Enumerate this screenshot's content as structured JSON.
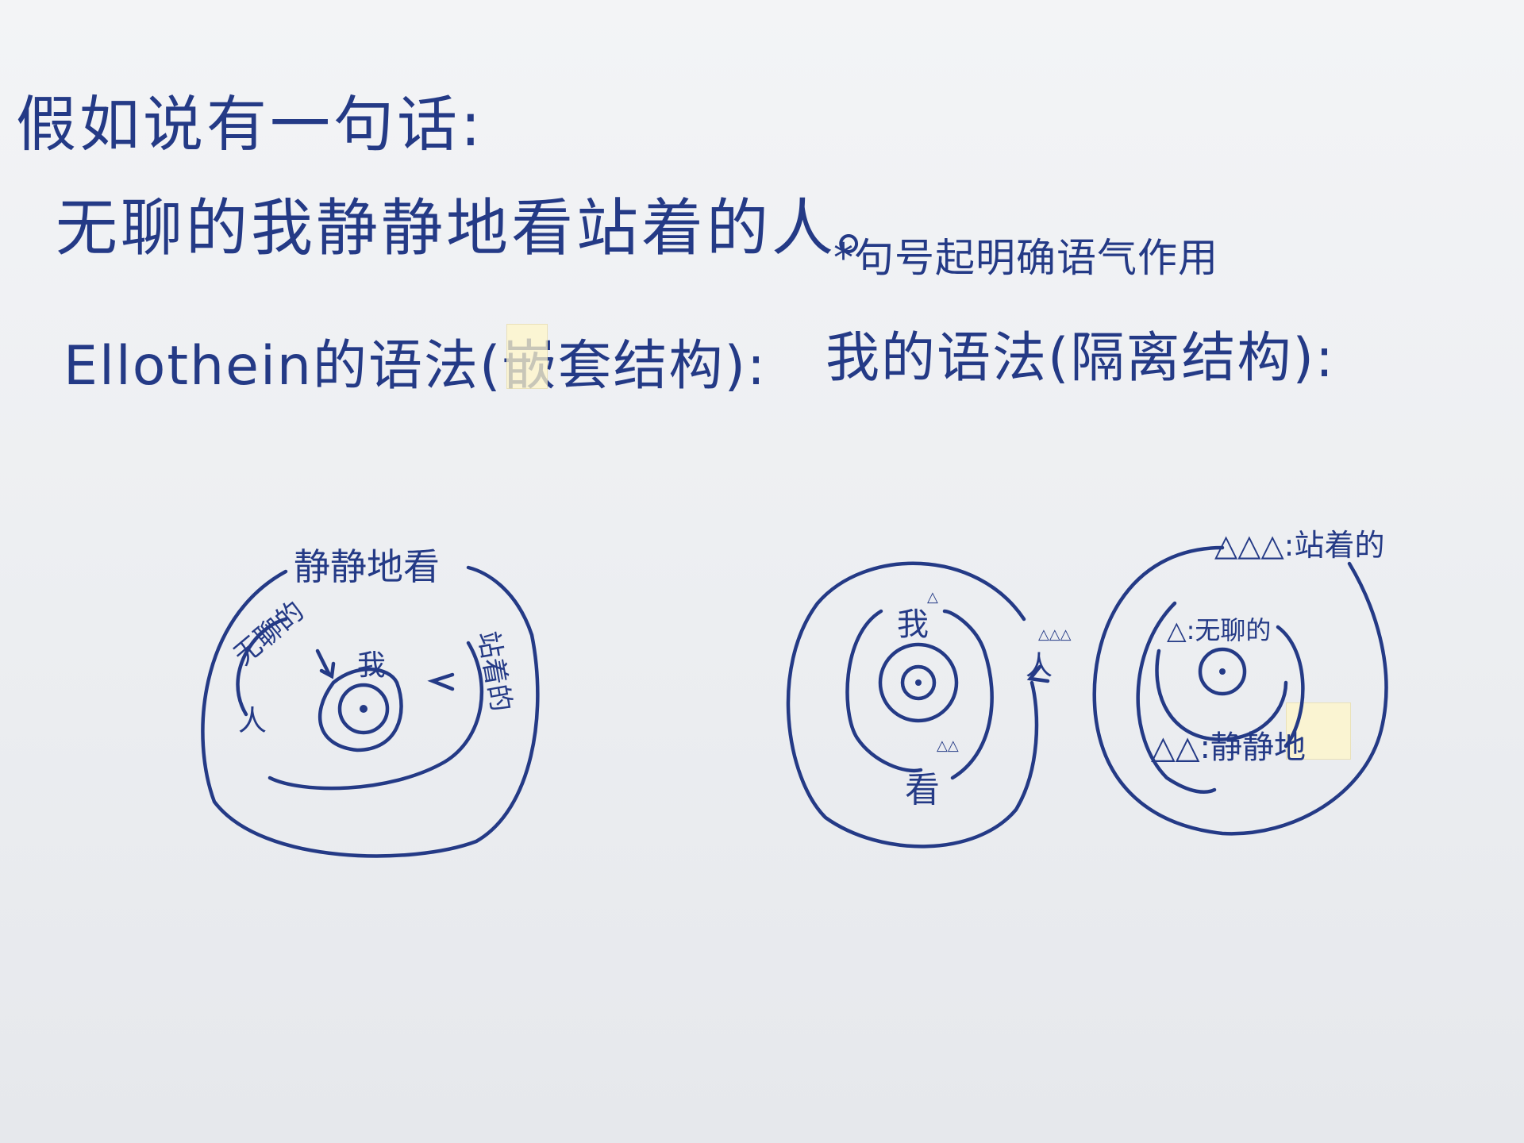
{
  "intro": "假如说有一句话:",
  "sentence": "无聊的我静静地看站着的人。",
  "note": "*句号起明确语气作用",
  "left_header": "Ellothein的语法(嵌套结构):",
  "right_header": "我的语法(隔离结构):",
  "left_diagram": {
    "outer": "静静地看",
    "inner_left": "无聊的",
    "inner_right": "站着的",
    "side": "人",
    "core": "我"
  },
  "right_diagram": {
    "ring_a": {
      "top": "我",
      "top_mark": "△",
      "bottom": "看",
      "bottom_mark": "△△",
      "side": "人",
      "side_mark": "△△△"
    },
    "ring_b": {
      "top": "△△△:站着的",
      "middle": "△:无聊的",
      "bottom": "△△:静静地"
    }
  },
  "ink_color": "#243a86"
}
